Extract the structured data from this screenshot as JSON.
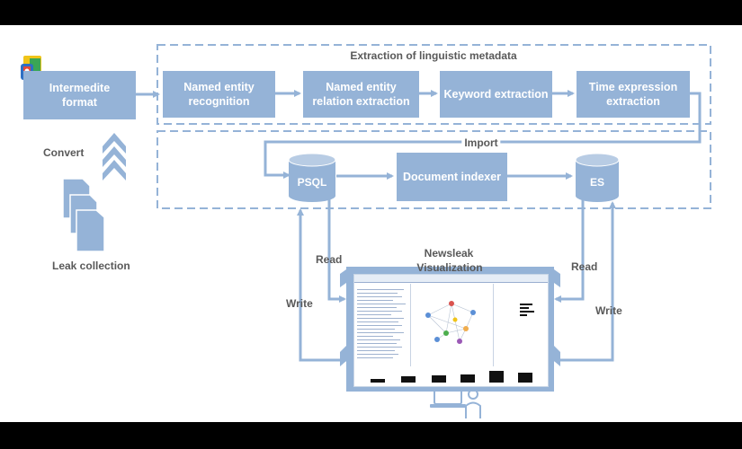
{
  "colors": {
    "box_fill": "#95b3d7",
    "arrow": "#95b3d7",
    "dashed_border": "#95b3d7",
    "label_text": "#595959",
    "background": "#ffffff",
    "letterbox": "#000000"
  },
  "icons": {
    "app_icon": "colorful-app-icon",
    "documents": "document-stack-icon",
    "convert_arrows": "chevron-up-icon",
    "user": "user-at-laptop-icon"
  },
  "diagram": {
    "group_title": "Extraction of linguistic metadata",
    "nodes": {
      "intermediate_format": "Intermedite format",
      "ner": "Named entity recognition",
      "nere": "Named entity relation extraction",
      "keyword": "Keyword extraction",
      "time": "Time expression extraction",
      "doc_indexer": "Document indexer",
      "psql": "PSQL",
      "es": "ES"
    },
    "labels": {
      "convert": "Convert",
      "leak_collection": "Leak collection",
      "import": "Import",
      "newsleak": "Newsleak",
      "visualization": "Visualization",
      "read_left": "Read",
      "write_left": "Write",
      "read_right": "Read",
      "write_right": "Write"
    }
  }
}
